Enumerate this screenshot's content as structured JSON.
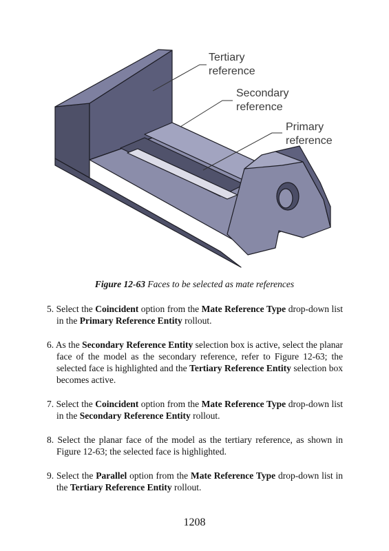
{
  "figure": {
    "callouts": {
      "tertiary": [
        "Tertiary",
        "reference"
      ],
      "secondary": [
        "Secondary",
        "reference"
      ],
      "primary": [
        "Primary",
        "reference"
      ]
    },
    "caption_number": "Figure 12-63",
    "caption_text": " Faces to be selected as mate references",
    "colors": {
      "face_light": "#9a9cb9",
      "face_mid": "#6f7192",
      "face_dark": "#4e5068",
      "edge": "#1c1c24"
    }
  },
  "steps": [
    {
      "num": "5.",
      "parts": [
        {
          "t": "Select the "
        },
        {
          "t": "Coincident",
          "b": true
        },
        {
          "t": " option from the "
        },
        {
          "t": "Mate Reference Type",
          "b": true
        },
        {
          "t": " drop-down list in the "
        },
        {
          "t": "Primary Reference Entity",
          "b": true
        },
        {
          "t": " rollout."
        }
      ]
    },
    {
      "num": "6.",
      "parts": [
        {
          "t": "As the "
        },
        {
          "t": "Secondary Reference Entity",
          "b": true
        },
        {
          "t": " selection box is active, select the planar face of the model as the secondary reference, refer to Figure 12-63; the selected face is highlighted and the "
        },
        {
          "t": "Tertiary Reference Entity",
          "b": true
        },
        {
          "t": " selection box becomes active."
        }
      ]
    },
    {
      "num": "7.",
      "parts": [
        {
          "t": "Select the "
        },
        {
          "t": "Coincident",
          "b": true
        },
        {
          "t": " option from the "
        },
        {
          "t": "Mate Reference Type",
          "b": true
        },
        {
          "t": " drop-down list in the "
        },
        {
          "t": "Secondary Reference Entity",
          "b": true
        },
        {
          "t": " rollout."
        }
      ]
    },
    {
      "num": "8.",
      "parts": [
        {
          "t": "Select the planar face of the model as the tertiary reference, as shown in Figure 12-63; the selected face is highlighted."
        }
      ]
    },
    {
      "num": "9.",
      "parts": [
        {
          "t": "Select the "
        },
        {
          "t": "Parallel",
          "b": true
        },
        {
          "t": " option from the "
        },
        {
          "t": "Mate Reference Type",
          "b": true
        },
        {
          "t": " drop-down list in the "
        },
        {
          "t": "Tertiary Reference Entity",
          "b": true
        },
        {
          "t": " rollout."
        }
      ]
    }
  ],
  "page_number": "1208"
}
